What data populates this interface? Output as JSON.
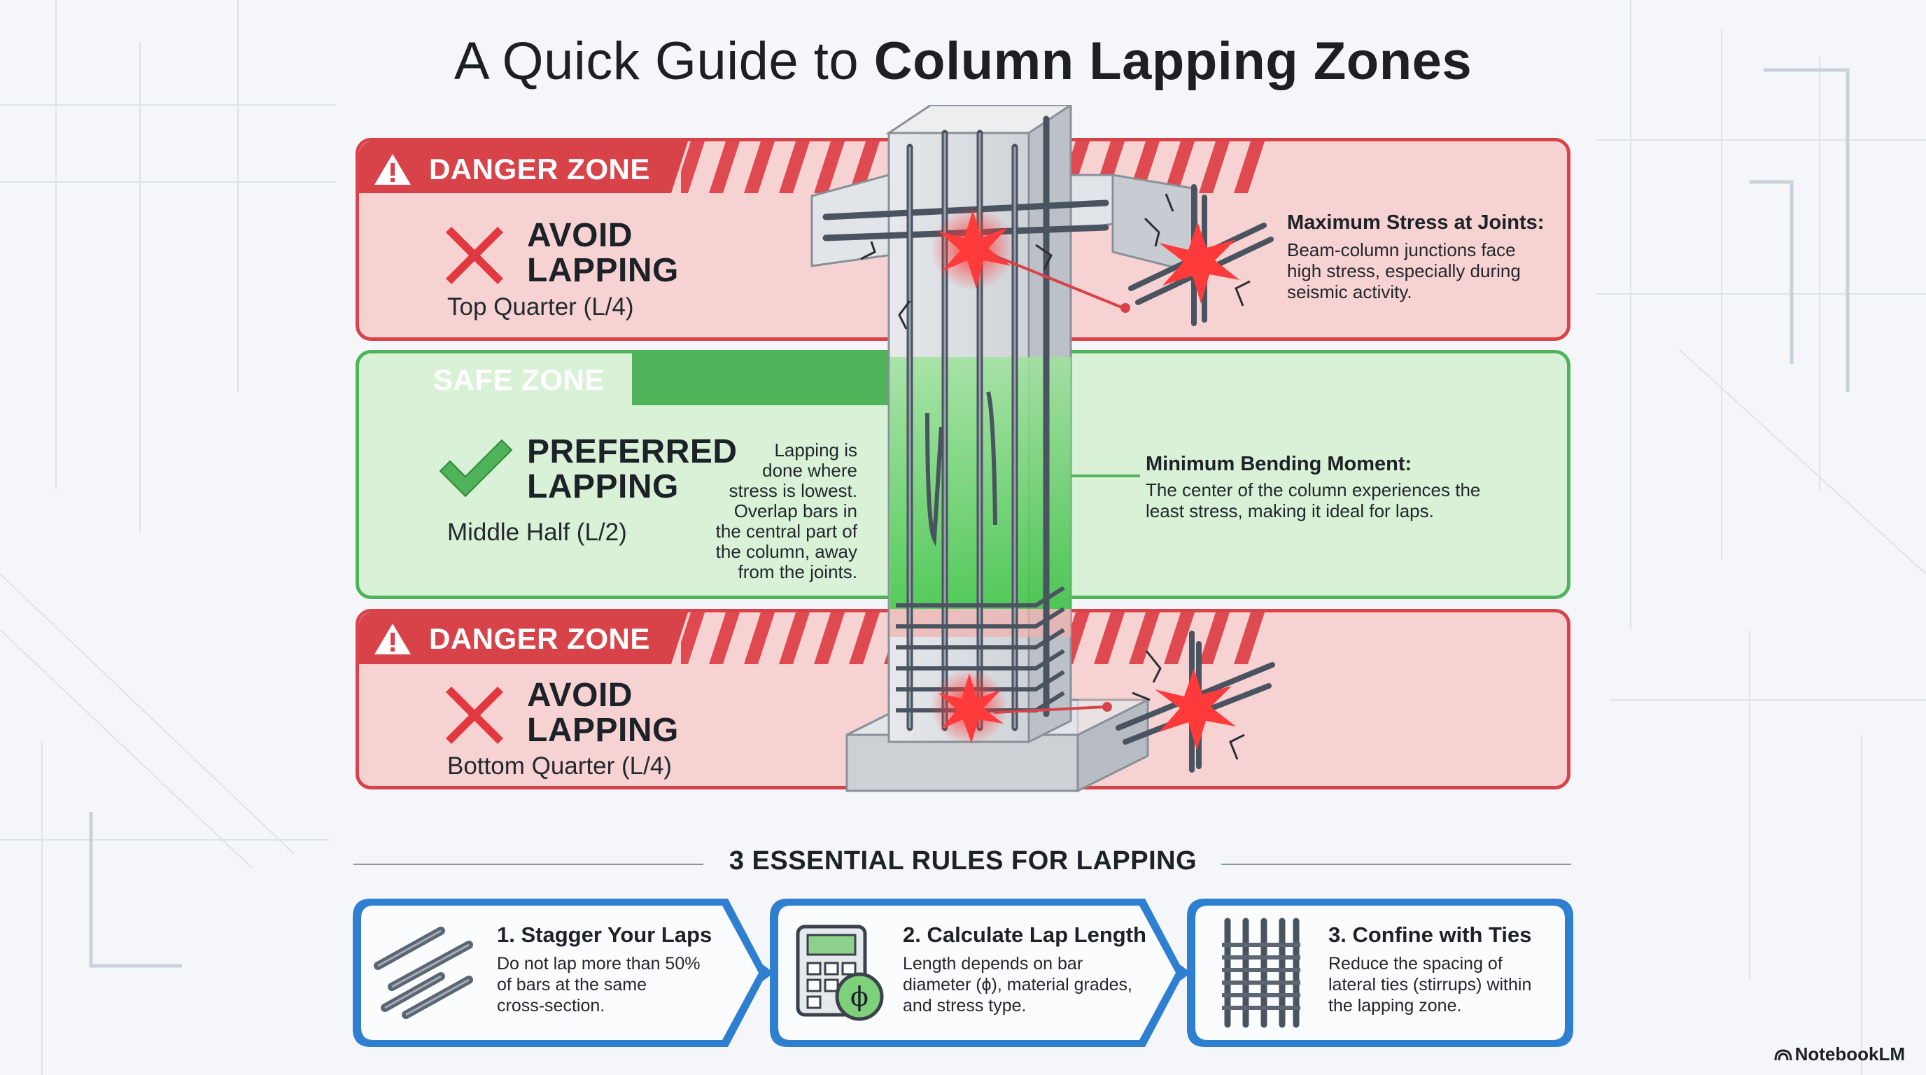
{
  "title": {
    "regular": "A Quick Guide to",
    "bold": "Column Lapping Zones"
  },
  "zones": {
    "top": {
      "label": "DANGER ZONE",
      "action_line1": "AVOID",
      "action_line2": "LAPPING",
      "region": "Top Quarter (L/4)",
      "callout_title": "Maximum Stress at Joints:",
      "callout_body": [
        "Beam-column junctions face",
        "high stress, especially during",
        "seismic activity."
      ]
    },
    "middle": {
      "label": "SAFE ZONE",
      "action_line1": "PREFERRED",
      "action_line2": "LAPPING",
      "region": "Middle Half (L/2)",
      "side_note": [
        "Lapping is",
        "done where",
        "stress is lowest.",
        "Overlap bars in",
        "the central part of",
        "the column, away",
        "from the joints."
      ],
      "callout_title": "Minimum Bending Moment:",
      "callout_body": [
        "The center of the column experiences the",
        "least stress, making it ideal for laps."
      ]
    },
    "bottom": {
      "label": "DANGER ZONE",
      "action_line1": "AVOID",
      "action_line2": "LAPPING",
      "region": "Bottom Quarter (L/4)"
    }
  },
  "rules": {
    "heading": "3 ESSENTIAL RULES FOR LAPPING",
    "items": [
      {
        "title": "1. Stagger Your Laps",
        "body": [
          "Do not lap more than 50%",
          "of bars at the same",
          "cross-section."
        ],
        "icon": "staggered-bars-icon"
      },
      {
        "title": "2. Calculate Lap Length",
        "body": [
          "Length depends on bar",
          "diameter (ϕ), material grades,",
          "and stress type."
        ],
        "icon": "calculator-icon"
      },
      {
        "title": "3. Confine with Ties",
        "body": [
          "Reduce the spacing of",
          "lateral ties (stirrups) within",
          "the lapping zone."
        ],
        "icon": "ties-icon"
      }
    ]
  },
  "brand": "NotebookLM",
  "colors": {
    "danger": "#d8434a",
    "danger_bg": "#f6d3d2",
    "safe": "#4fb35a",
    "safe_bg": "#d9f1d6",
    "rule_border": "#2f7fd0"
  }
}
